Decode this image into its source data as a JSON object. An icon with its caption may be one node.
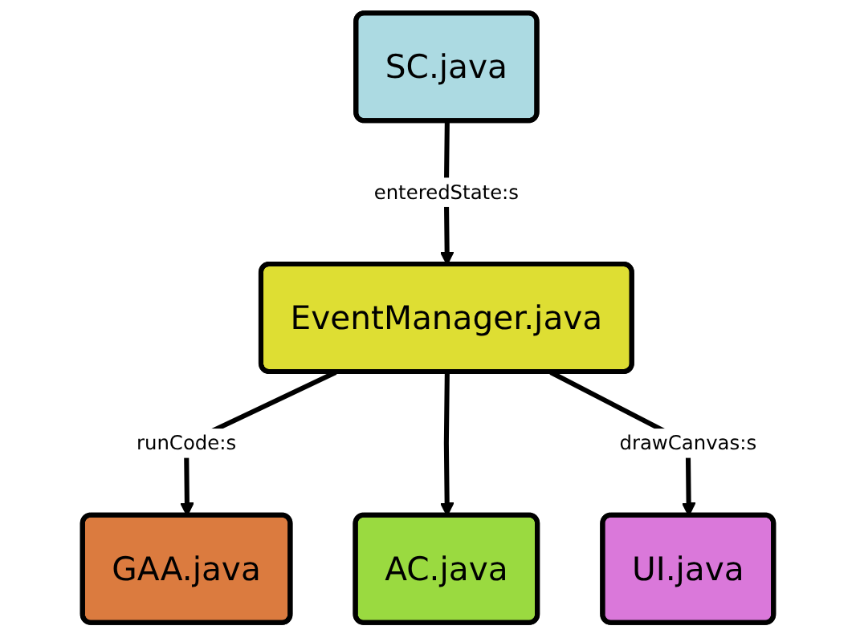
{
  "diagram": {
    "nodes": [
      {
        "text": [
          "SC.java"
        ]
      },
      {
        "text": [
          "EventManager.java"
        ]
      },
      {
        "text": [
          "GAA.java"
        ]
      },
      {
        "text": [
          "AC.java"
        ]
      },
      {
        "text": [
          "UI.java"
        ]
      }
    ],
    "edges": [
      {
        "from": 0,
        "to": 1,
        "arrow": "to",
        "label": "enteredState:s"
      },
      {
        "from": 1,
        "to": 2,
        "arrow": "to",
        "label": "runCode:s"
      },
      {
        "from": 1,
        "to": 3,
        "arrow": "to"
      },
      {
        "from": 1,
        "to": 4,
        "arrow": "to",
        "label": "drawCanvas:s"
      }
    ]
  }
}
